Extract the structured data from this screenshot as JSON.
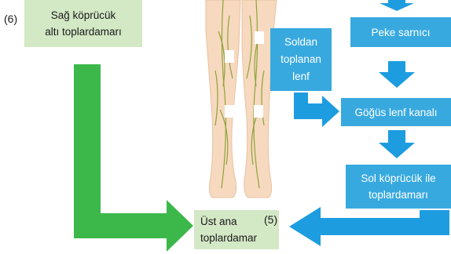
{
  "nodes": {
    "sag_kopru": {
      "line1": "Sağ köprücük",
      "line2": "altı toplardamarı",
      "number": "(6)"
    },
    "peke": {
      "text": "Peke sarnıcı"
    },
    "soldan": {
      "line1": "Soldan",
      "line2": "toplanan",
      "line3": "lenf"
    },
    "gogus": {
      "text": "Göğüs lenf kanalı"
    },
    "sol_kopru": {
      "line1": "Sol köprücük ile",
      "line2": "toplardamarı"
    },
    "ust_ana": {
      "line1": "Üst ana",
      "line2": "toplardamar",
      "number": "(5)"
    }
  },
  "colors": {
    "green_box": "#d3e8c5",
    "blue_box": "#38a9df",
    "green_arrow": "#3cb84a",
    "blue_arrow": "#1d9de0",
    "leg_skin": "#f6d9bf",
    "lymph_vessel": "#8fa23a"
  },
  "icons": [
    "leg-illustration",
    "flow-arrows"
  ]
}
